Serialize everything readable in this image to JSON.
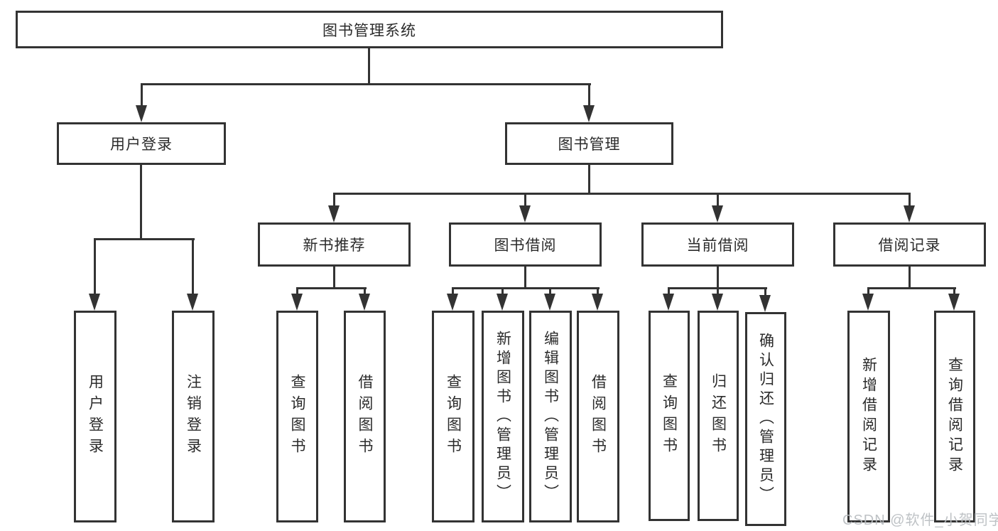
{
  "colors": {
    "line": "#333333",
    "box_border": "#333333",
    "text": "#2b2b2b",
    "background": "#ffffff",
    "watermark": "#b9bdc1"
  },
  "watermark": {
    "text": "CSDN @软件_小贺同学"
  },
  "tree": {
    "label": "图书管理系统",
    "children": [
      {
        "label": "用户登录",
        "children": [
          {
            "label": "用户登录"
          },
          {
            "label": "注销登录"
          }
        ]
      },
      {
        "label": "图书管理",
        "children": [
          {
            "label": "新书推荐",
            "children": [
              {
                "label": "查询图书"
              },
              {
                "label": "借阅图书"
              }
            ]
          },
          {
            "label": "图书借阅",
            "children": [
              {
                "label": "查询图书"
              },
              {
                "label": "新增图书（管理员）"
              },
              {
                "label": "编辑图书（管理员）"
              },
              {
                "label": "借阅图书"
              }
            ]
          },
          {
            "label": "当前借阅",
            "children": [
              {
                "label": "查询图书"
              },
              {
                "label": "归还图书"
              },
              {
                "label": "确认归还（管理员）"
              }
            ]
          },
          {
            "label": "借阅记录",
            "children": [
              {
                "label": "新增借阅记录"
              },
              {
                "label": "查询借阅记录"
              }
            ]
          }
        ]
      }
    ]
  }
}
